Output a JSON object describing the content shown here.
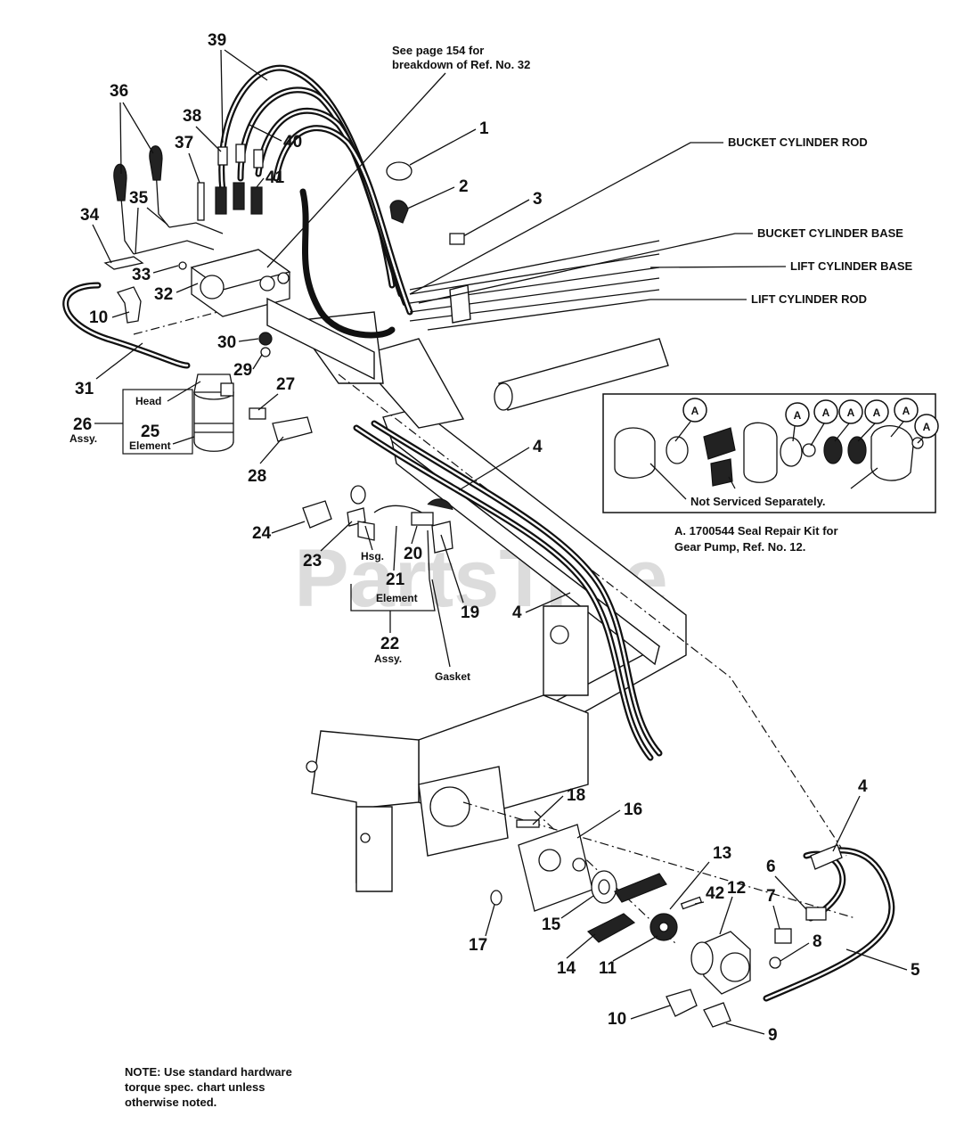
{
  "diagram": {
    "watermark": "PartsTree",
    "top_note": [
      "See page 154 for",
      "breakdown of Ref. No. 32"
    ],
    "cylinder_labels": {
      "bucket_rod": "BUCKET CYLINDER ROD",
      "bucket_base": "BUCKET CYLINDER BASE",
      "lift_base": "LIFT CYLINDER BASE",
      "lift_rod": "LIFT CYLINDER ROD"
    },
    "inset": {
      "marker": "A",
      "not_serviced": "Not Serviced Separately.",
      "caption": [
        "A. 1700544 Seal Repair Kit for",
        "Gear Pump, Ref. No. 12."
      ]
    },
    "filter_head": {
      "head": "Head",
      "element_num": "25",
      "element": "Element",
      "assy_num": "26",
      "assy": "Assy."
    },
    "inline_filter": {
      "hsg": "Hsg.",
      "element_num": "21",
      "element": "Element",
      "assy_num": "22",
      "assy": "Assy.",
      "gasket": "Gasket"
    },
    "note": [
      "NOTE: Use standard hardware",
      "torque spec. chart unless",
      "otherwise noted."
    ],
    "callouts": {
      "c1": "1",
      "c2": "2",
      "c3": "3",
      "c4a": "4",
      "c4b": "4",
      "c4c": "4",
      "c5": "5",
      "c6": "6",
      "c7": "7",
      "c8": "8",
      "c9": "9",
      "c10a": "10",
      "c10b": "10",
      "c11": "11",
      "c12": "12",
      "c13": "13",
      "c14": "14",
      "c15": "15",
      "c16": "16",
      "c17": "17",
      "c18": "18",
      "c19": "19",
      "c20": "20",
      "c23": "23",
      "c24": "24",
      "c27": "27",
      "c28": "28",
      "c29": "29",
      "c30": "30",
      "c31": "31",
      "c32": "32",
      "c33": "33",
      "c34": "34",
      "c35": "35",
      "c36": "36",
      "c37": "37",
      "c38": "38",
      "c39": "39",
      "c40": "40",
      "c41": "41",
      "c42": "42"
    }
  }
}
